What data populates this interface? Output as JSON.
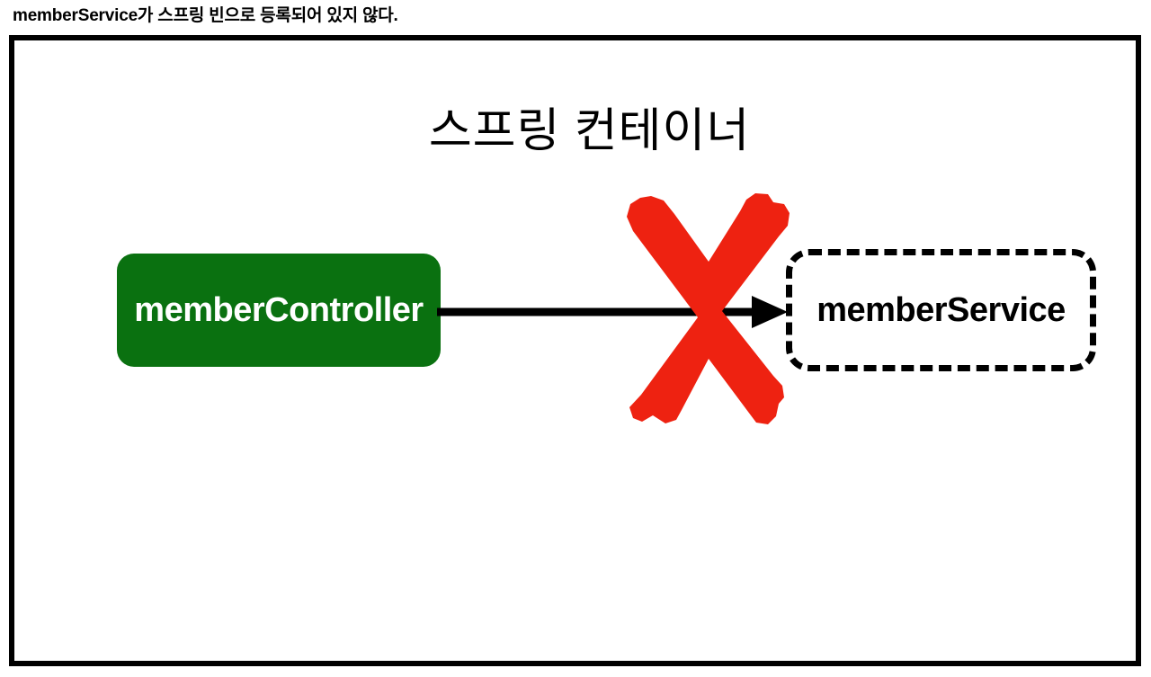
{
  "caption": {
    "text": "memberService가 스프링 빈으로 등록되어 있지 않다."
  },
  "diagram": {
    "container_title": "스프링 컨테이너",
    "nodes": [
      {
        "id": "member-controller",
        "label": "memberController",
        "style": "filled-green-rounded",
        "fill_color": "#0A7110",
        "text_color": "#FFFFFF",
        "registered": true
      },
      {
        "id": "member-service",
        "label": "memberService",
        "style": "dashed-outline-rounded",
        "fill_color": "#FFFFFF",
        "text_color": "#000000",
        "border_color": "#000000",
        "registered": false
      }
    ],
    "edges": [
      {
        "id": "controller-to-service",
        "from": "memberController",
        "to": "memberService",
        "color": "#000000",
        "blocked": true
      }
    ],
    "annotations": [
      {
        "id": "x-mark",
        "kind": "cross-out",
        "meaning": "연결 실패",
        "color": "#EE2211"
      }
    ],
    "frame_color": "#000000",
    "background_color": "#FFFFFF"
  }
}
